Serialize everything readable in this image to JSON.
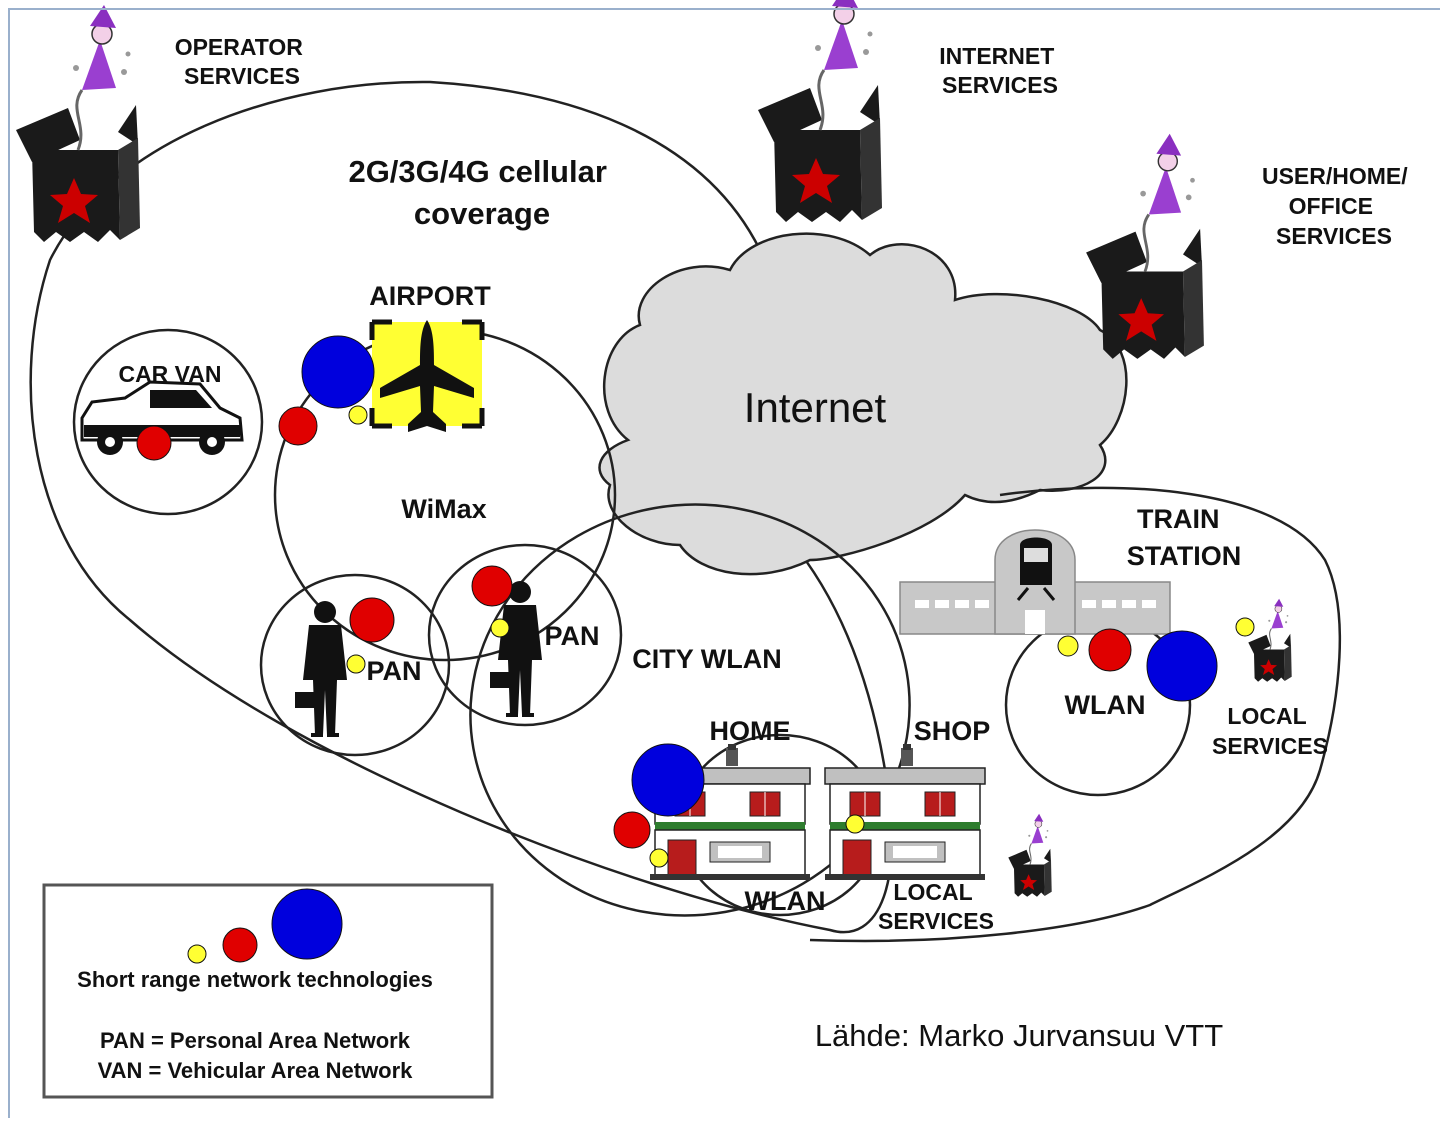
{
  "labels": {
    "operator_services": [
      "OPERATOR",
      "SERVICES"
    ],
    "internet_services": [
      "INTERNET",
      "SERVICES"
    ],
    "user_home_office_services": [
      "USER/HOME/",
      "OFFICE",
      "SERVICES"
    ],
    "cellular_coverage": [
      "2G/3G/4G cellular",
      "coverage"
    ],
    "airport": "AIRPORT",
    "car_van": "CAR VAN",
    "wimax": "WiMax",
    "internet": "Internet",
    "pan_left": "PAN",
    "pan_right": "PAN",
    "city_wlan": "CITY WLAN",
    "home": "HOME",
    "shop": "SHOP",
    "wlan_home": "WLAN",
    "local_services_shop": [
      "LOCAL",
      "SERVICES"
    ],
    "train_station": [
      "TRAIN",
      "STATION"
    ],
    "wlan_station": "WLAN",
    "local_services_station": [
      "LOCAL",
      "SERVICES"
    ]
  },
  "legend": {
    "title": "Short range network technologies",
    "line1": "PAN = Personal Area Network",
    "line2": "VAN = Vehicular Area Network"
  },
  "credit": "Lähde: Marko Jurvansuu VTT",
  "colors": {
    "red_dot": "#e00000",
    "blue_dot": "#0000dd",
    "yellow_dot": "#ffff33",
    "airport_bg": "#ffff33",
    "cloud": "#dcdcdc",
    "box_dark": "#1a1a1a",
    "star": "#cc0000",
    "wizard": "#9a3fd0"
  }
}
